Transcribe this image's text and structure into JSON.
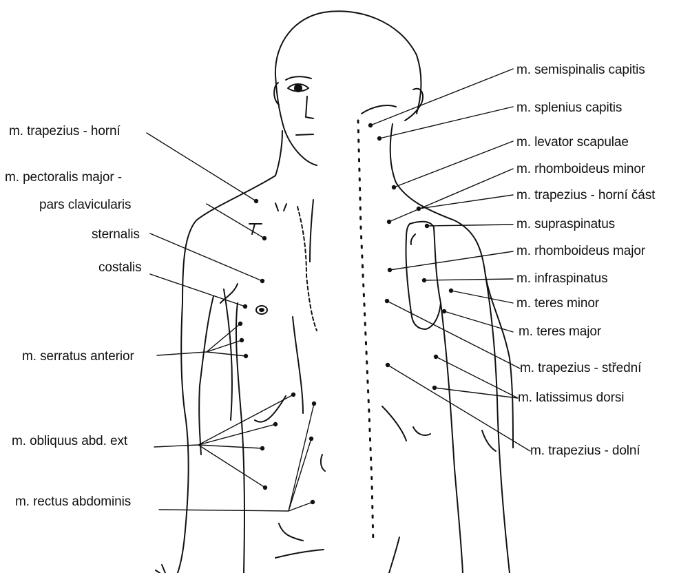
{
  "labels_left": {
    "trapezius_upper": "m. trapezius - horní",
    "pectoralis_major": "m. pectoralis major -",
    "pars_clavicularis": "pars clavicularis",
    "sternalis": "sternalis",
    "costalis": "costalis",
    "serratus_anterior": "m. serratus anterior",
    "obliquus": "m. obliquus abd. ext",
    "rectus": "m. rectus abdominis"
  },
  "labels_right": {
    "semispinalis": "m. semispinalis capitis",
    "splenius": "m. splenius capitis",
    "levator": "m. levator scapulae",
    "rhomboideus_minor": "m. rhomboideus minor",
    "trapezius_upper_part": "m. trapezius - horní část",
    "supraspinatus": "m. supraspinatus",
    "rhomboideus_major": "m. rhomboideus major",
    "infraspinatus": "m. infraspinatus",
    "teres_minor": "m. teres minor",
    "teres_major": "m. teres major",
    "trapezius_middle": "m. trapezius - střední",
    "latissimus": "m. latissimus dorsi",
    "trapezius_lower": "m. trapezius - dolní"
  },
  "colors": {
    "ink": "#111111",
    "background": "#ffffff"
  }
}
